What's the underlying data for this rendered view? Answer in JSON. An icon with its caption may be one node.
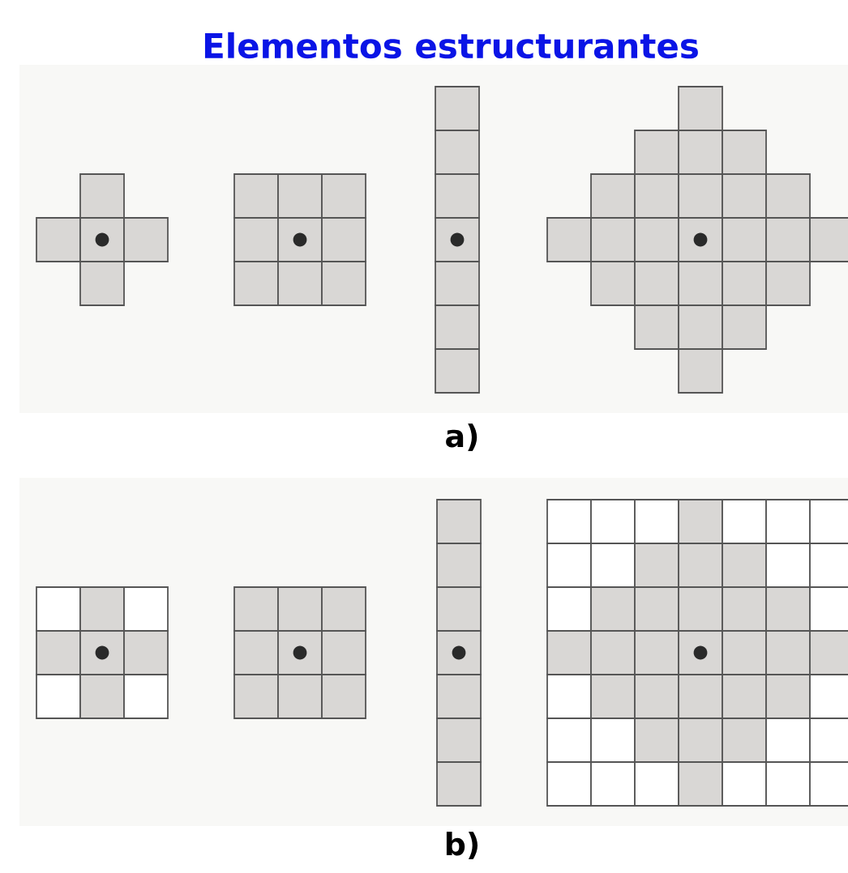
{
  "diagram": {
    "title": "Elementos estructurantes",
    "labels": [
      "a)",
      "b)"
    ]
  }
}
